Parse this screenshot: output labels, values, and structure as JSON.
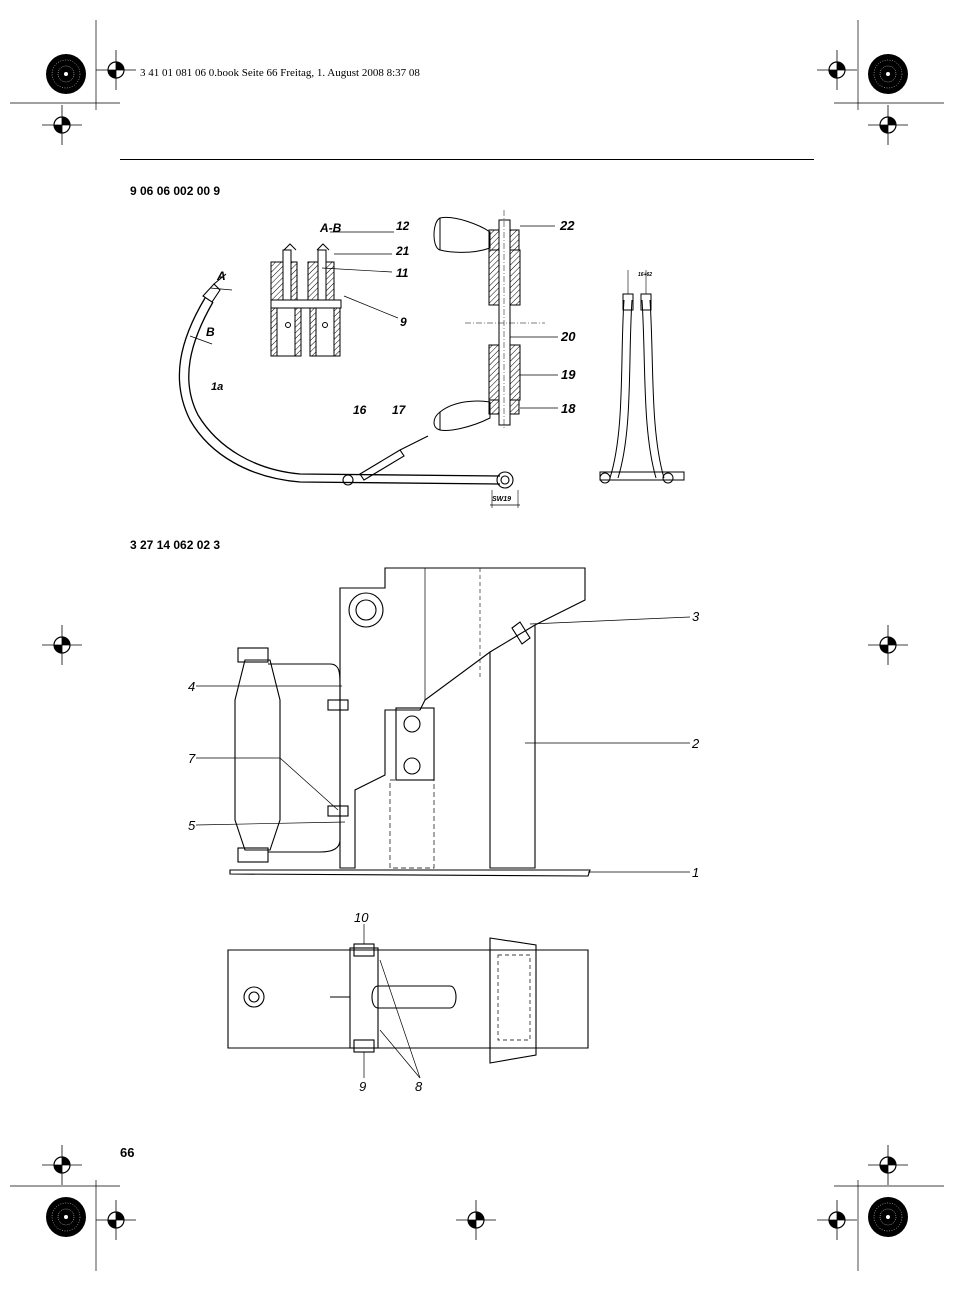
{
  "header": {
    "file_info": "3 41 01 081 06 0.book  Seite 66  Freitag, 1. August 2008  8:37 08"
  },
  "figure1": {
    "part_number": "9 06 06 002 00 9",
    "section_label": "A-B",
    "labels": {
      "a": "A",
      "b": "B",
      "l1a": "1a",
      "l9": "9",
      "l11": "11",
      "l12": "12",
      "l16": "16",
      "l17": "17",
      "l18": "18",
      "l19": "19",
      "l20": "20",
      "l21": "21",
      "l22": "22",
      "sw": "SW19",
      "dim": "16+62"
    }
  },
  "figure2": {
    "part_number": "3 27 14 062 02 3",
    "labels": {
      "l1": "1",
      "l2": "2",
      "l3": "3",
      "l4": "4",
      "l5": "5",
      "l7": "7",
      "l8": "8",
      "l9": "9",
      "l10": "10"
    }
  },
  "footer": {
    "page_number": "66"
  },
  "icons": [
    "registration-mark-icon",
    "rosette-target-icon"
  ]
}
